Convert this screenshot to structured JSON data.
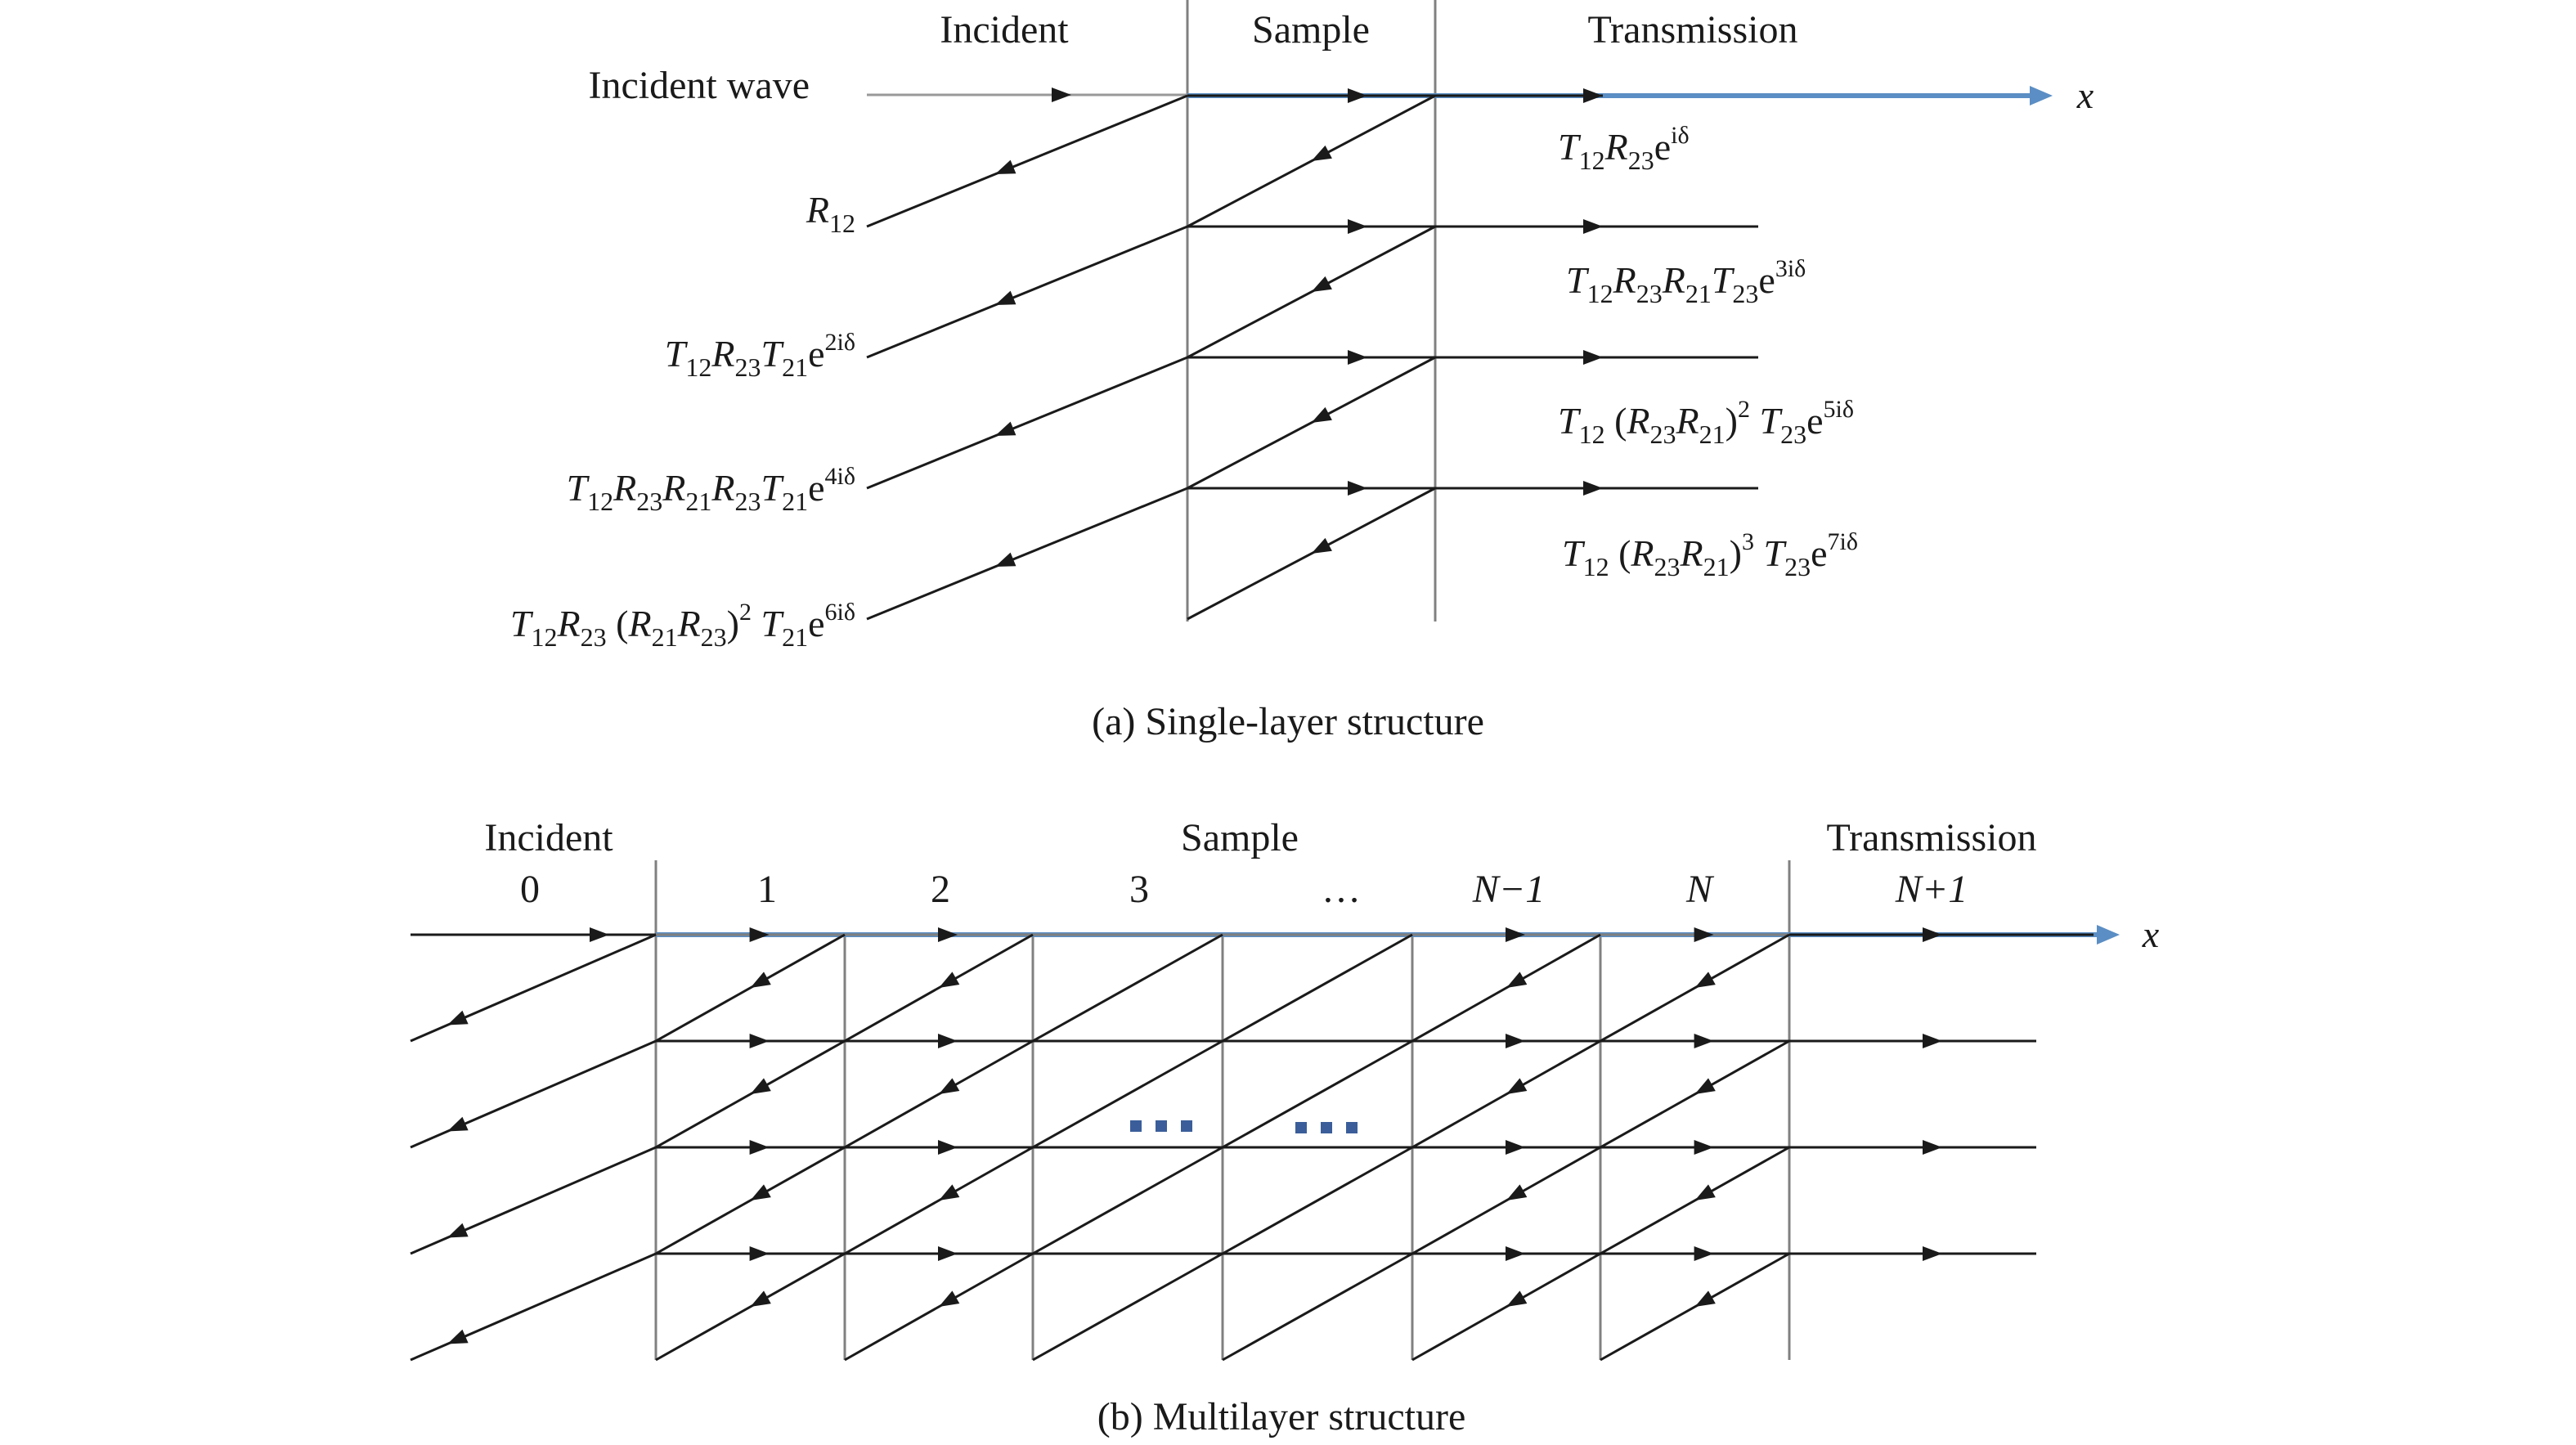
{
  "colors": {
    "ink": "#1a1a1a",
    "rule": "#808080",
    "axis": "#5b8ec4",
    "dots": "#3b5e9a"
  },
  "panel_a": {
    "region_incident": "Incident",
    "region_sample": "Sample",
    "region_transmission": "Transmission",
    "incident_wave": "Incident wave",
    "axis_label": "x",
    "caption": "(a) Single-layer structure",
    "reflected": [
      [
        "T",
        "12",
        "R",
        "23",
        "T",
        "21",
        "e",
        "2iδ"
      ],
      [
        "R",
        "12"
      ]
    ],
    "reflection_labels": [
      {
        "parts": [
          {
            "t": "R",
            "i": true
          },
          {
            "t": "12",
            "sub": true
          }
        ]
      },
      {
        "parts": [
          {
            "t": "T",
            "i": true
          },
          {
            "t": "12",
            "sub": true
          },
          {
            "t": "R",
            "i": true
          },
          {
            "t": "23",
            "sub": true
          },
          {
            "t": "T",
            "i": true
          },
          {
            "t": "21",
            "sub": true
          },
          {
            "t": "e"
          },
          {
            "t": "2iδ",
            "sup": true
          }
        ]
      },
      {
        "parts": [
          {
            "t": "T",
            "i": true
          },
          {
            "t": "12",
            "sub": true
          },
          {
            "t": "R",
            "i": true
          },
          {
            "t": "23",
            "sub": true
          },
          {
            "t": "R",
            "i": true
          },
          {
            "t": "21",
            "sub": true
          },
          {
            "t": "R",
            "i": true
          },
          {
            "t": "23",
            "sub": true
          },
          {
            "t": "T",
            "i": true
          },
          {
            "t": "21",
            "sub": true
          },
          {
            "t": "e"
          },
          {
            "t": "4iδ",
            "sup": true
          }
        ]
      },
      {
        "parts": [
          {
            "t": "T",
            "i": true
          },
          {
            "t": "12",
            "sub": true
          },
          {
            "t": "R",
            "i": true
          },
          {
            "t": "23",
            "sub": true
          },
          {
            "t": " ("
          },
          {
            "t": "R",
            "i": true
          },
          {
            "t": "21",
            "sub": true
          },
          {
            "t": "R",
            "i": true
          },
          {
            "t": "23",
            "sub": true
          },
          {
            "t": ")"
          },
          {
            "t": "2",
            "sup": true
          },
          {
            "t": " "
          },
          {
            "t": "T",
            "i": true
          },
          {
            "t": "21",
            "sub": true
          },
          {
            "t": "e"
          },
          {
            "t": "6iδ",
            "sup": true
          }
        ]
      }
    ],
    "transmission_labels": [
      {
        "parts": [
          {
            "t": "T",
            "i": true
          },
          {
            "t": "12",
            "sub": true
          },
          {
            "t": "R",
            "i": true
          },
          {
            "t": "23",
            "sub": true
          },
          {
            "t": "e"
          },
          {
            "t": "iδ",
            "sup": true
          }
        ]
      },
      {
        "parts": [
          {
            "t": "T",
            "i": true
          },
          {
            "t": "12",
            "sub": true
          },
          {
            "t": "R",
            "i": true
          },
          {
            "t": "23",
            "sub": true
          },
          {
            "t": "R",
            "i": true
          },
          {
            "t": "21",
            "sub": true
          },
          {
            "t": "T",
            "i": true
          },
          {
            "t": "23",
            "sub": true
          },
          {
            "t": "e"
          },
          {
            "t": "3iδ",
            "sup": true
          }
        ]
      },
      {
        "parts": [
          {
            "t": "T",
            "i": true
          },
          {
            "t": "12",
            "sub": true
          },
          {
            "t": " ("
          },
          {
            "t": "R",
            "i": true
          },
          {
            "t": "23",
            "sub": true
          },
          {
            "t": "R",
            "i": true
          },
          {
            "t": "21",
            "sub": true
          },
          {
            "t": ")"
          },
          {
            "t": "2",
            "sup": true
          },
          {
            "t": " "
          },
          {
            "t": "T",
            "i": true
          },
          {
            "t": "23",
            "sub": true
          },
          {
            "t": "e"
          },
          {
            "t": "5iδ",
            "sup": true
          }
        ]
      },
      {
        "parts": [
          {
            "t": "T",
            "i": true
          },
          {
            "t": "12",
            "sub": true
          },
          {
            "t": " ("
          },
          {
            "t": "R",
            "i": true
          },
          {
            "t": "23",
            "sub": true
          },
          {
            "t": "R",
            "i": true
          },
          {
            "t": "21",
            "sub": true
          },
          {
            "t": ")"
          },
          {
            "t": "3",
            "sup": true
          },
          {
            "t": " "
          },
          {
            "t": "T",
            "i": true
          },
          {
            "t": "23",
            "sub": true
          },
          {
            "t": "e"
          },
          {
            "t": "7iδ",
            "sup": true
          }
        ]
      }
    ]
  },
  "panel_b": {
    "region_incident": "Incident",
    "region_sample": "Sample",
    "region_transmission": "Transmission",
    "layer_labels": [
      "0",
      "1",
      "2",
      "3",
      "…",
      "N−1",
      "N",
      "N+1"
    ],
    "axis_label": "x",
    "caption": "(b) Multilayer structure"
  }
}
